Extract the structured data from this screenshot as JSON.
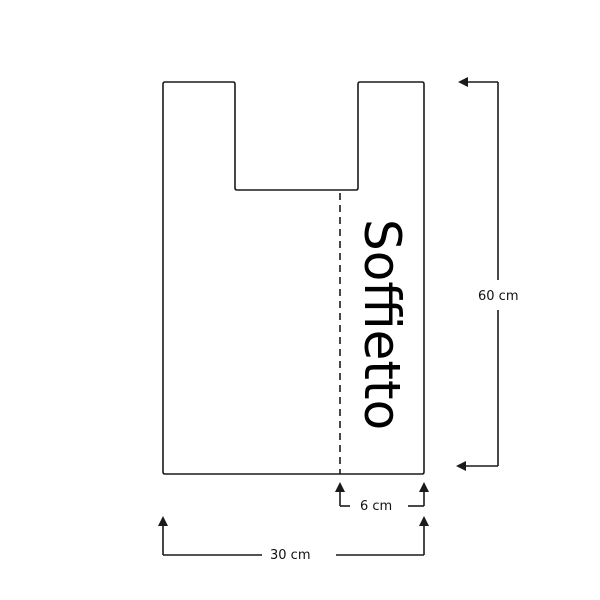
{
  "diagram": {
    "gusset_label": "Soffietto",
    "height_label": "60 cm",
    "width_label": "30 cm",
    "gusset_width_label": "6 cm",
    "stroke_color": "#1a1a1a"
  }
}
